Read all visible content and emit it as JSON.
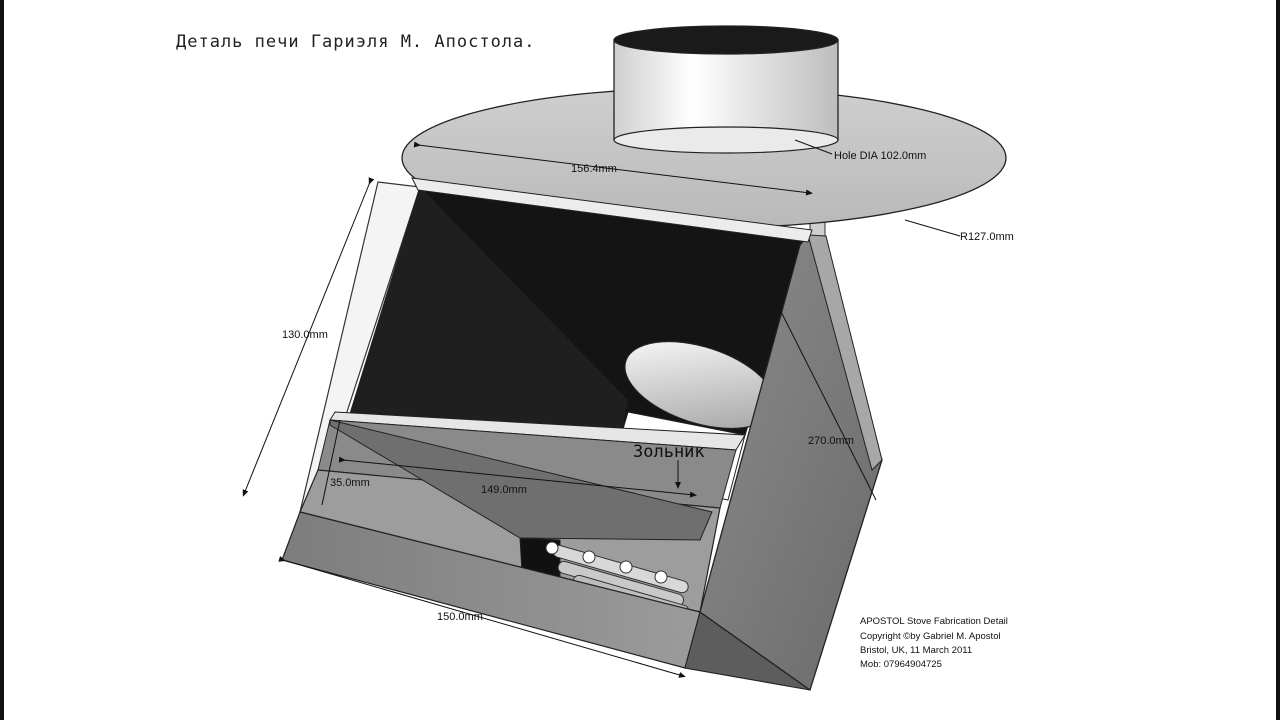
{
  "title": "Деталь печи Гариэля М. Апостола.",
  "labels": {
    "hole_dia": "Hole DIA 102.0mm",
    "top_width": "156.4mm",
    "radius": "R127.0mm",
    "height": "130.0mm",
    "depth": "270.0mm",
    "ash_label": "Зольник",
    "ash_height": "35.0mm",
    "inner_width": "149.0mm",
    "bottom_width": "150.0mm"
  },
  "credits": [
    "APOSTOL Stove Fabrication Detail",
    "Copyright ©by Gabriel M. Apostol",
    "Bristol, UK, 11 March 2011",
    "Mob: 07964904725"
  ],
  "colors": {
    "metal_light": "#d2d2d2",
    "metal_mid": "#9a9a9a",
    "metal_dark": "#6e6e6e",
    "interior": "#141414"
  }
}
